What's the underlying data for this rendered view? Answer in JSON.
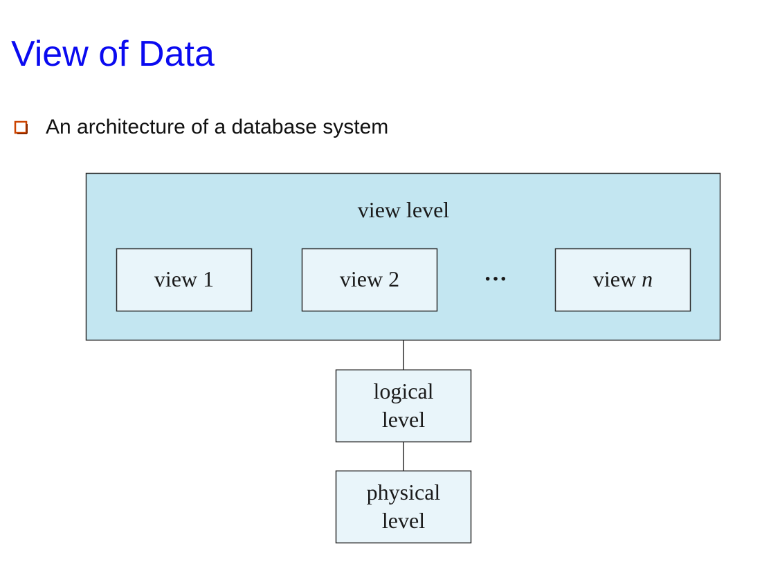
{
  "slide": {
    "title": "View of Data",
    "bullet": "An architecture of a database system"
  },
  "diagram": {
    "view_level_label": "view level",
    "views": [
      "view 1",
      "view 2"
    ],
    "view_n_prefix": "view ",
    "view_n_var": "n",
    "ellipsis": "···",
    "logical_level": [
      "logical",
      "level"
    ],
    "physical_level": [
      "physical",
      "level"
    ]
  },
  "colors": {
    "title": "#0a0af0",
    "bullet_marker": "#cc4400",
    "outer_box_fill": "#c3e6f1",
    "inner_box_fill": "#e9f5fa",
    "stroke": "#2a2a2a"
  },
  "icons": {
    "bullet": "hollow-square-bullet-icon"
  }
}
